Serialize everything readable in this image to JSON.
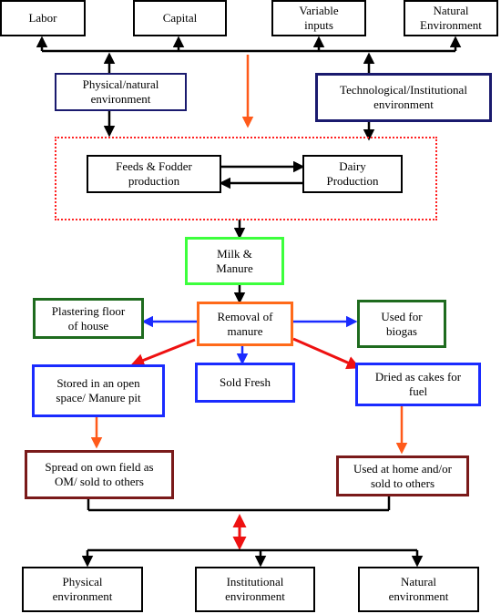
{
  "top_row": {
    "labor": "Labor",
    "capital": "Capital",
    "variable_inputs": "Variable\ninputs",
    "natural_environment": "Natural\nEnvironment"
  },
  "environments": {
    "physical_natural": "Physical/natural\nenvironment",
    "technological_institutional": "Technological/Institutional\nenvironment"
  },
  "production": {
    "feeds_fodder": "Feeds & Fodder\nproduction",
    "dairy": "Dairy\nProduction"
  },
  "milk_manure": "Milk &\nManure",
  "removal": "Removal of\nmanure",
  "uses": {
    "plastering": "Plastering floor\nof house",
    "biogas": "Used for\nbiogas",
    "stored": "Stored in an open\nspace/ Manure pit",
    "sold_fresh": "Sold Fresh",
    "dried": "Dried as cakes for\nfuel"
  },
  "outcomes": {
    "spread": "Spread on own field as\nOM/ sold to others",
    "used_home": "Used at home and/or\nsold to others"
  },
  "bottom_row": {
    "physical": "Physical\nenvironment",
    "institutional": "Institutional\nenvironment",
    "natural": "Natural\nenvironment"
  },
  "colors": {
    "black": "#000000",
    "navy": "#1a1a6e",
    "dark_green": "#1e6b1e",
    "lime": "#3cff3c",
    "orange": "#ff6a1a",
    "blue": "#1a2bff",
    "red": "#ee1111",
    "maroon": "#7a1a1a"
  }
}
